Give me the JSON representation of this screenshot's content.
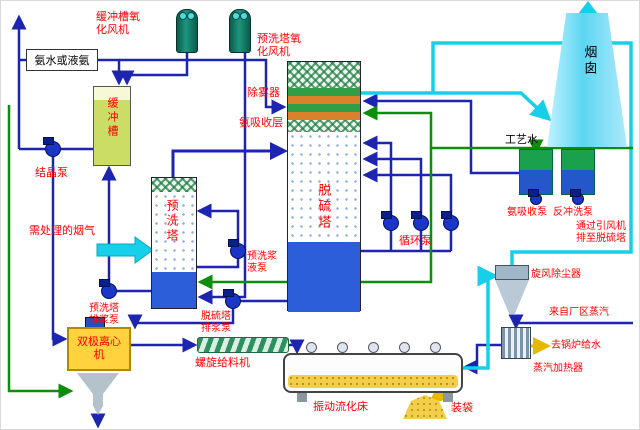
{
  "colors": {
    "label_red": "#ff0000",
    "pipe_blue": "#1c24b0",
    "pipe_cyan": "#17cfe8",
    "pipe_green": "#0b8f0b",
    "pipe_yellow": "#e6b800",
    "tower_liquid_blue": "#2b5ed8",
    "tank_green": "#19a14d",
    "centrifuge_yellow": "#ffd23e",
    "chimney_blue": "#5cd6f2"
  },
  "labels": {
    "buffer_oxidation_fan": "缓冲槽氧化风机",
    "prewash_oxidation_fan": "预洗塔氧化风机",
    "ammonia_source": "氨水或液氨",
    "chimney": "烟囱",
    "buffer_tank": "缓冲槽",
    "crystallization_pump": "结晶泵",
    "flue_gas_inlet": "需处理的烟气",
    "prewash_tower": "预洗塔",
    "desulfurization_tower": "脱硫塔",
    "demister": "除雾器",
    "ammonia_absorption_layer": "氨吸收层",
    "circulation_pump": "循环泵",
    "process_water": "工艺水",
    "ammonia_absorption_pump": "氨吸收泵",
    "backwash_pump": "反冲洗泵",
    "id_fan_note": "通过引风机排至脱硫塔",
    "cyclone_dust_collector": "旋风除尘器",
    "steam_from_plant": "来自厂区蒸汽",
    "to_boiler_feedwater": "去锅炉给水",
    "steam_heater": "蒸汽加热器",
    "vibrating_fluidized_bed": "振动流化床",
    "bagging": "装袋",
    "screw_feeder": "螺旋给料机",
    "centrifuge": "双极离心机",
    "prewash_discharge_pump": "预洗塔排浆泵",
    "desulf_discharge_pump": "脱硫塔排浆泵",
    "prewash_slurry_pump": "预洗浆液泵"
  }
}
